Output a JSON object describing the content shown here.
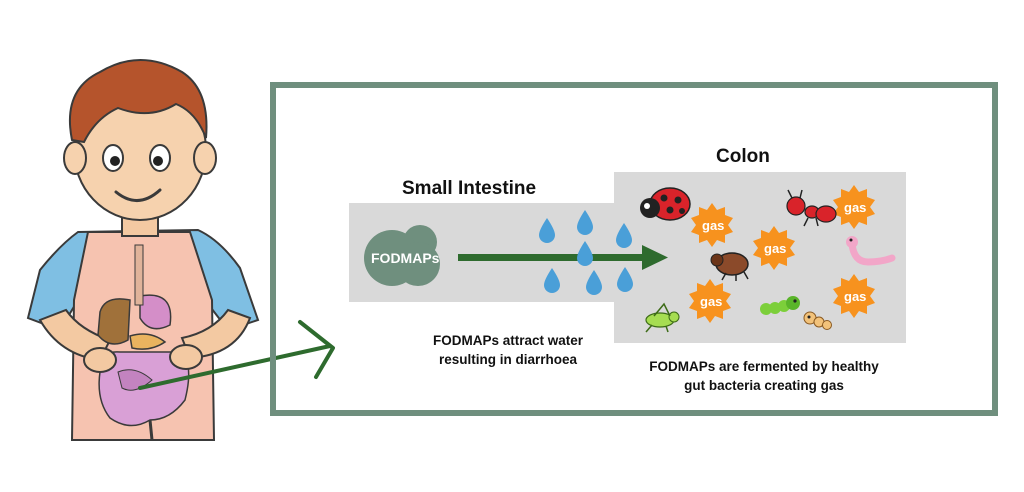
{
  "labels": {
    "small_intestine": "Small Intestine",
    "colon": "Colon",
    "fodmaps": "FODMAPs",
    "water_caption_line1": "FODMAPs attract water",
    "water_caption_line2": "resulting in diarrhoea",
    "gas_caption_line1": "FODMAPs are fermented by healthy",
    "gas_caption_line2": "gut bacteria creating gas",
    "gas": "gas"
  },
  "colors": {
    "frame": "#6f8f7e",
    "box": "#d9d9d9",
    "fodmap_blob": "#6f8f7e",
    "arrow": "#2e6b2e",
    "water": "#4a9fd8",
    "gas_burst": "#f7921e"
  },
  "icons": [
    "boy-illustration",
    "ladybug-icon",
    "ant-icon",
    "worm-icon",
    "beetle-icon",
    "caterpillar-icon",
    "grasshopper-icon",
    "larva-icon",
    "water-drop-icon",
    "gas-burst-icon"
  ]
}
